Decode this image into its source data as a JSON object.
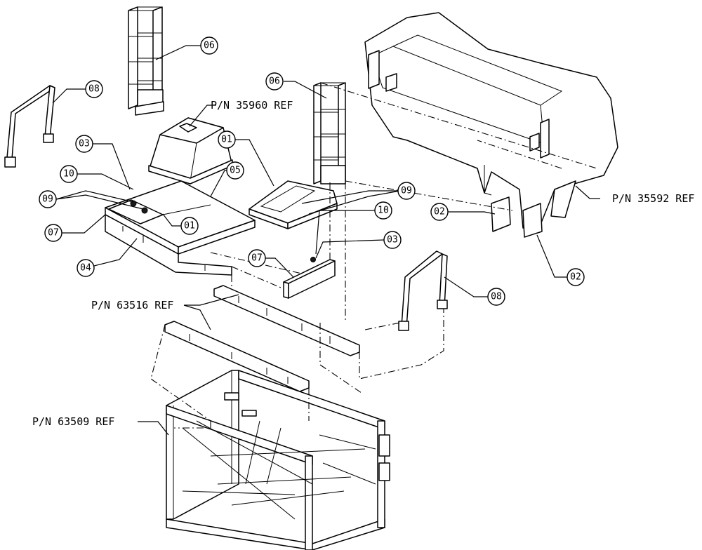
{
  "callouts": {
    "c01a": "01",
    "c01b": "01",
    "c02a": "02",
    "c02b": "02",
    "c03a": "03",
    "c03b": "03",
    "c04": "04",
    "c05": "05",
    "c06a": "06",
    "c06b": "06",
    "c07a": "07",
    "c07b": "07",
    "c08a": "08",
    "c08b": "08",
    "c09a": "09",
    "c09b": "09",
    "c10a": "10",
    "c10b": "10"
  },
  "references": {
    "r35960": "P/N 35960 REF",
    "r35592": "P/N 35592 REF",
    "r63516": "P/N 63516 REF",
    "r63509": "P/N 63509 REF"
  }
}
